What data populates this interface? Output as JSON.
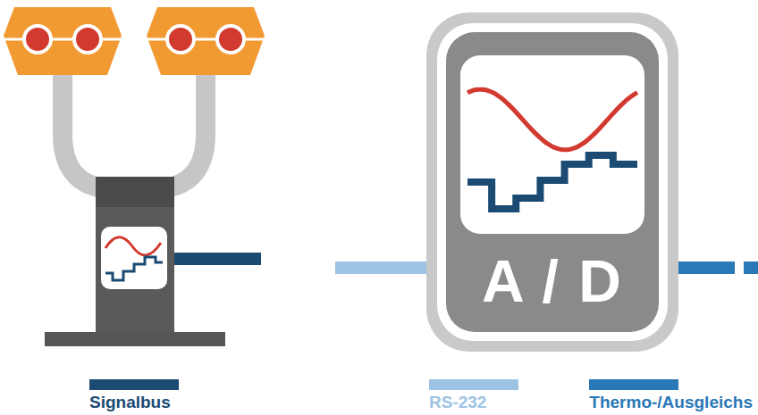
{
  "diagram": {
    "nodes": [
      {
        "text": [
          "A / D"
        ]
      }
    ],
    "legend": [
      {
        "text": "Signalbus",
        "color": "#1b4a73"
      },
      {
        "text": "RS-232",
        "color": "#9cc3e4"
      },
      {
        "text": "Thermo-/Ausgleichs",
        "color": "#2a78b6"
      }
    ]
  }
}
